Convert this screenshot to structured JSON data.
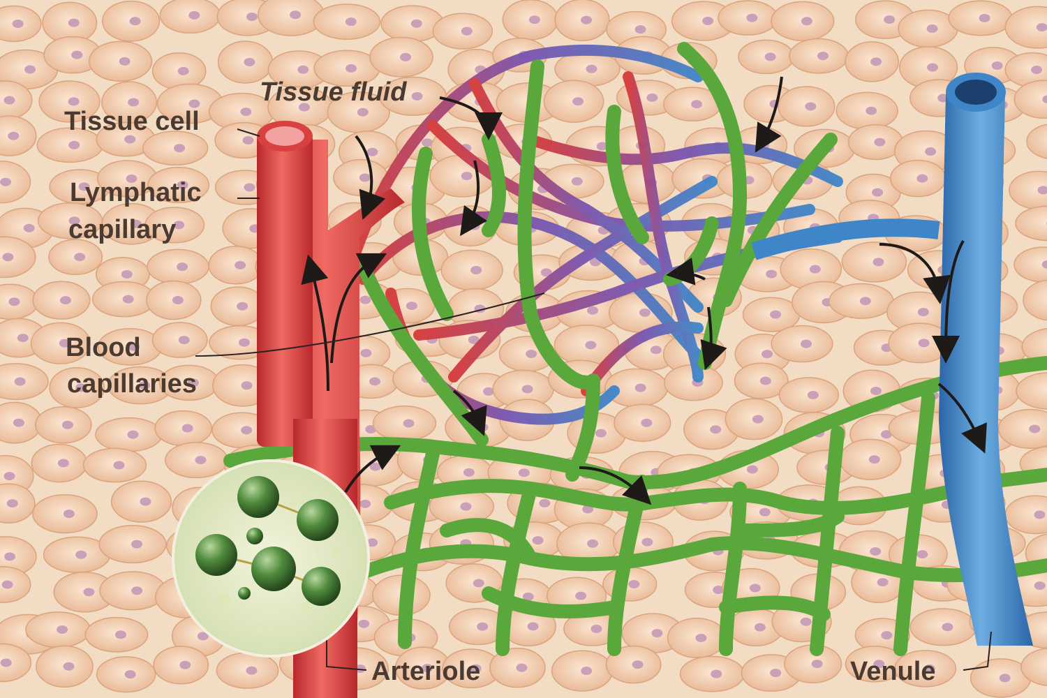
{
  "title": "Lymphatic capillaries in tissue",
  "labels": {
    "tissue_fluid": "Tissue fluid",
    "tissue_cell": "Tissue cell",
    "lymphatic_capillary_1": "Lymphatic",
    "lymphatic_capillary_2": "capillary",
    "blood_capillaries_1": "Blood",
    "blood_capillaries_2": "capillaries",
    "arteriole": "Arteriole",
    "venule": "Venule"
  },
  "colors": {
    "background": "#f3dcc4",
    "arteriole": "#d9403f",
    "venule": "#3f86c8",
    "lymphatic": "#5aa83c",
    "capillary_mid": "#7a55b0",
    "text": "#4a3a30"
  }
}
